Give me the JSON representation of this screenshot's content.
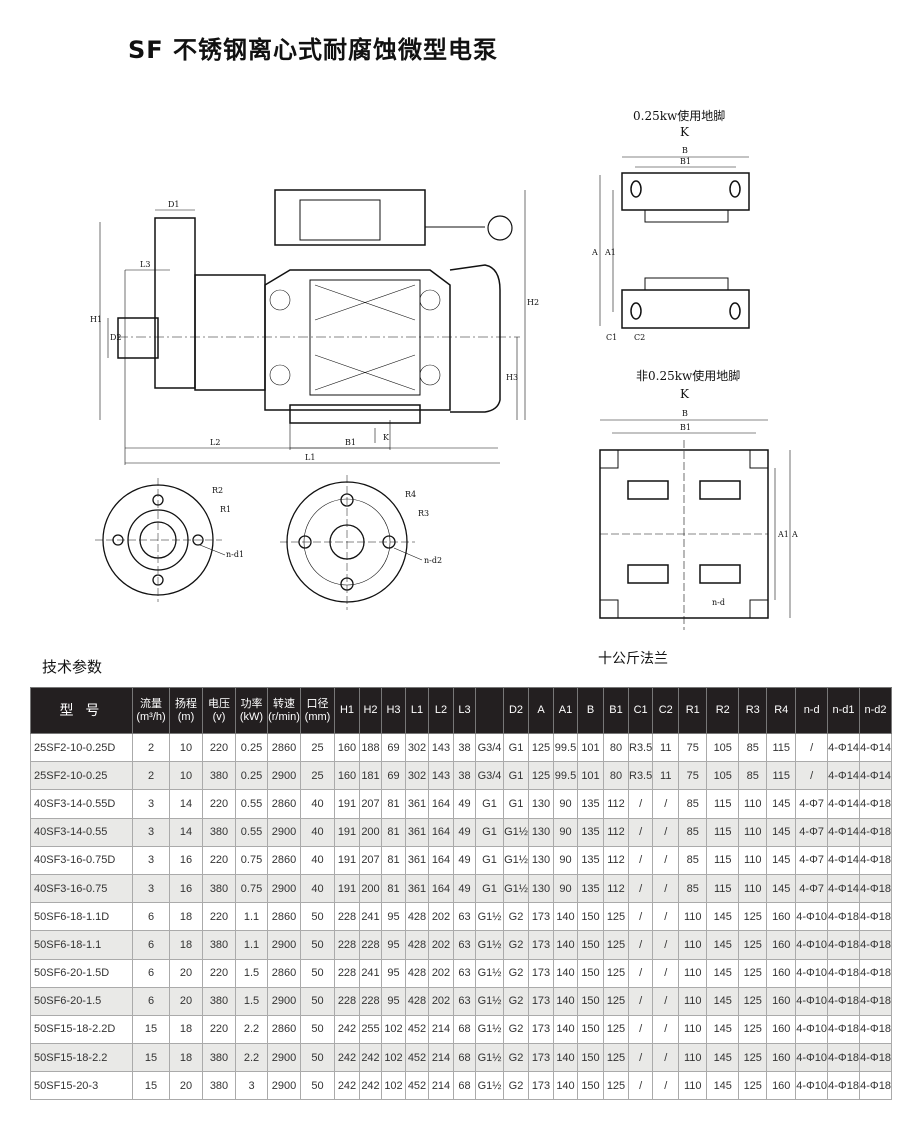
{
  "title": "SF 不锈钢离心式耐腐蚀微型电泵",
  "drawing_labels": {
    "D1": "D1",
    "L3": "L3",
    "H1": "H1",
    "D2": "D2",
    "L2": "L2",
    "B1": "B1",
    "L1": "L1",
    "K": "K",
    "H2": "H2",
    "H3": "H3",
    "R1": "R1",
    "R2": "R2",
    "nd1": "n-d1",
    "R3": "R3",
    "R4": "R4",
    "nd2": "n-d2",
    "foot1_title": "0.25kw使用地脚",
    "foot2_title": "非0.25kw使用地脚",
    "B": "B",
    "A": "A",
    "A1": "A1",
    "C1": "C1",
    "C2": "C2",
    "nd": "n-d"
  },
  "spec_heading": "技术参数",
  "flange_heading": "十公斤法兰",
  "table": {
    "headers": [
      [
        "型 号"
      ],
      [
        "流量",
        "(m³/h)"
      ],
      [
        "扬程",
        "(m)"
      ],
      [
        "电压",
        "(v)"
      ],
      [
        "功率",
        "(kW)"
      ],
      [
        "转速",
        "(r/min)"
      ],
      [
        "口径",
        "(mm)"
      ],
      [
        "H1"
      ],
      [
        "H2"
      ],
      [
        "H3"
      ],
      [
        "L1"
      ],
      [
        "L2"
      ],
      [
        "L3"
      ],
      [
        ""
      ],
      [
        "D2"
      ],
      [
        "A"
      ],
      [
        "A1"
      ],
      [
        "B"
      ],
      [
        "B1"
      ],
      [
        "C1"
      ],
      [
        "C2"
      ],
      [
        "R1"
      ],
      [
        "R2"
      ],
      [
        "R3"
      ],
      [
        "R4"
      ],
      [
        "n-d"
      ],
      [
        "n-d1"
      ],
      [
        "n-d2"
      ]
    ],
    "rows": [
      [
        "25SF2-10-0.25D",
        "2",
        "10",
        "220",
        "0.25",
        "2860",
        "25",
        "160",
        "188",
        "69",
        "302",
        "143",
        "38",
        "G3/4",
        "G1",
        "125",
        "99.5",
        "101",
        "80",
        "R3.5",
        "11",
        "75",
        "105",
        "85",
        "115",
        "/",
        "4-Φ14",
        "4-Φ14"
      ],
      [
        "25SF2-10-0.25",
        "2",
        "10",
        "380",
        "0.25",
        "2900",
        "25",
        "160",
        "181",
        "69",
        "302",
        "143",
        "38",
        "G3/4",
        "G1",
        "125",
        "99.5",
        "101",
        "80",
        "R3.5",
        "11",
        "75",
        "105",
        "85",
        "115",
        "/",
        "4-Φ14",
        "4-Φ14"
      ],
      [
        "40SF3-14-0.55D",
        "3",
        "14",
        "220",
        "0.55",
        "2860",
        "40",
        "191",
        "207",
        "81",
        "361",
        "164",
        "49",
        "G1",
        "G1",
        "130",
        "90",
        "135",
        "112",
        "/",
        "/",
        "85",
        "115",
        "110",
        "145",
        "4-Φ7",
        "4-Φ14",
        "4-Φ18"
      ],
      [
        "40SF3-14-0.55",
        "3",
        "14",
        "380",
        "0.55",
        "2900",
        "40",
        "191",
        "200",
        "81",
        "361",
        "164",
        "49",
        "G1",
        "G1½",
        "130",
        "90",
        "135",
        "112",
        "/",
        "/",
        "85",
        "115",
        "110",
        "145",
        "4-Φ7",
        "4-Φ14",
        "4-Φ18"
      ],
      [
        "40SF3-16-0.75D",
        "3",
        "16",
        "220",
        "0.75",
        "2860",
        "40",
        "191",
        "207",
        "81",
        "361",
        "164",
        "49",
        "G1",
        "G1½",
        "130",
        "90",
        "135",
        "112",
        "/",
        "/",
        "85",
        "115",
        "110",
        "145",
        "4-Φ7",
        "4-Φ14",
        "4-Φ18"
      ],
      [
        "40SF3-16-0.75",
        "3",
        "16",
        "380",
        "0.75",
        "2900",
        "40",
        "191",
        "200",
        "81",
        "361",
        "164",
        "49",
        "G1",
        "G1½",
        "130",
        "90",
        "135",
        "112",
        "/",
        "/",
        "85",
        "115",
        "110",
        "145",
        "4-Φ7",
        "4-Φ14",
        "4-Φ18"
      ],
      [
        "50SF6-18-1.1D",
        "6",
        "18",
        "220",
        "1.1",
        "2860",
        "50",
        "228",
        "241",
        "95",
        "428",
        "202",
        "63",
        "G1½",
        "G2",
        "173",
        "140",
        "150",
        "125",
        "/",
        "/",
        "110",
        "145",
        "125",
        "160",
        "4-Φ10",
        "4-Φ18",
        "4-Φ18"
      ],
      [
        "50SF6-18-1.1",
        "6",
        "18",
        "380",
        "1.1",
        "2900",
        "50",
        "228",
        "228",
        "95",
        "428",
        "202",
        "63",
        "G1½",
        "G2",
        "173",
        "140",
        "150",
        "125",
        "/",
        "/",
        "110",
        "145",
        "125",
        "160",
        "4-Φ10",
        "4-Φ18",
        "4-Φ18"
      ],
      [
        "50SF6-20-1.5D",
        "6",
        "20",
        "220",
        "1.5",
        "2860",
        "50",
        "228",
        "241",
        "95",
        "428",
        "202",
        "63",
        "G1½",
        "G2",
        "173",
        "140",
        "150",
        "125",
        "/",
        "/",
        "110",
        "145",
        "125",
        "160",
        "4-Φ10",
        "4-Φ18",
        "4-Φ18"
      ],
      [
        "50SF6-20-1.5",
        "6",
        "20",
        "380",
        "1.5",
        "2900",
        "50",
        "228",
        "228",
        "95",
        "428",
        "202",
        "63",
        "G1½",
        "G2",
        "173",
        "140",
        "150",
        "125",
        "/",
        "/",
        "110",
        "145",
        "125",
        "160",
        "4-Φ10",
        "4-Φ18",
        "4-Φ18"
      ],
      [
        "50SF15-18-2.2D",
        "15",
        "18",
        "220",
        "2.2",
        "2860",
        "50",
        "242",
        "255",
        "102",
        "452",
        "214",
        "68",
        "G1½",
        "G2",
        "173",
        "140",
        "150",
        "125",
        "/",
        "/",
        "110",
        "145",
        "125",
        "160",
        "4-Φ10",
        "4-Φ18",
        "4-Φ18"
      ],
      [
        "50SF15-18-2.2",
        "15",
        "18",
        "380",
        "2.2",
        "2900",
        "50",
        "242",
        "242",
        "102",
        "452",
        "214",
        "68",
        "G1½",
        "G2",
        "173",
        "140",
        "150",
        "125",
        "/",
        "/",
        "110",
        "145",
        "125",
        "160",
        "4-Φ10",
        "4-Φ18",
        "4-Φ18"
      ],
      [
        "50SF15-20-3",
        "15",
        "20",
        "380",
        "3",
        "2900",
        "50",
        "242",
        "242",
        "102",
        "452",
        "214",
        "68",
        "G1½",
        "G2",
        "173",
        "140",
        "150",
        "125",
        "/",
        "/",
        "110",
        "145",
        "125",
        "160",
        "4-Φ10",
        "4-Φ18",
        "4-Φ18"
      ]
    ]
  }
}
